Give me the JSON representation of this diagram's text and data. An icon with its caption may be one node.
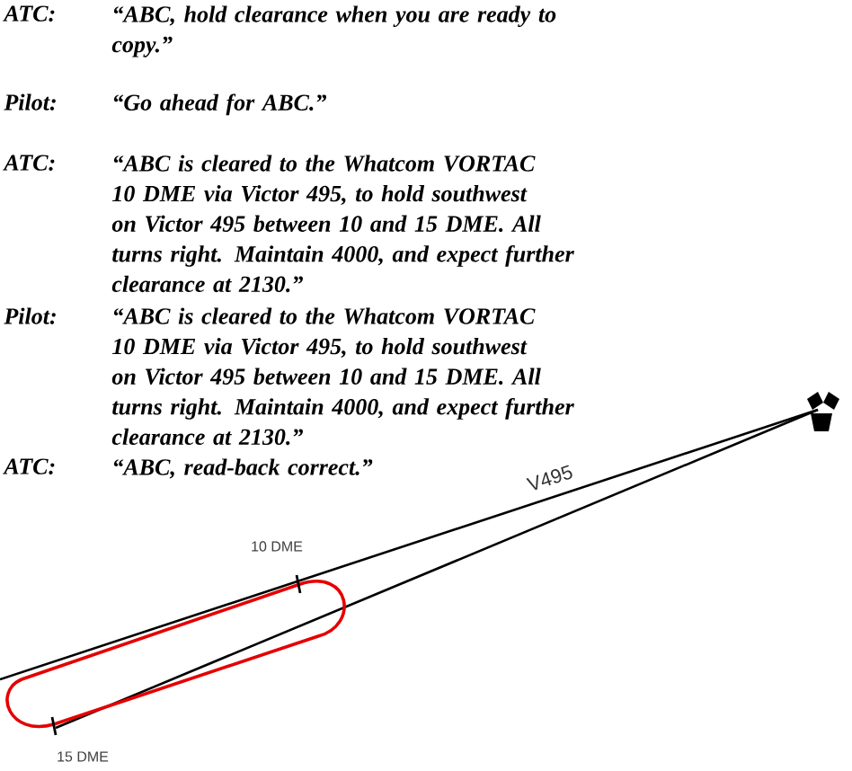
{
  "diagram": {
    "labels": [
      "ATC:",
      "“ABC, hold clearance when you are ready to copy.”",
      "Pilot:",
      "“Go ahead for ABC.”",
      "ATC:",
      "“ABC is cleared to the Whatcom VORTAC 10 DME via Victor 495, to hold southwest on Victor 495 between 10 and 15 DME.  All turns right.  Maintain 4000, and expect further clearance at 2130.”",
      "Pilot:",
      "“ABC is cleared to the Whatcom VORTAC 10 DME via Victor 495, to hold southwest on Victor 495 between 10 and 15 DME.  All turns right.  Maintain 4000, and expect further clearance at 2130.”",
      "ATC:",
      "“ABC, read-back correct.”",
      "V495",
      "10 DME",
      "15 DME"
    ]
  }
}
